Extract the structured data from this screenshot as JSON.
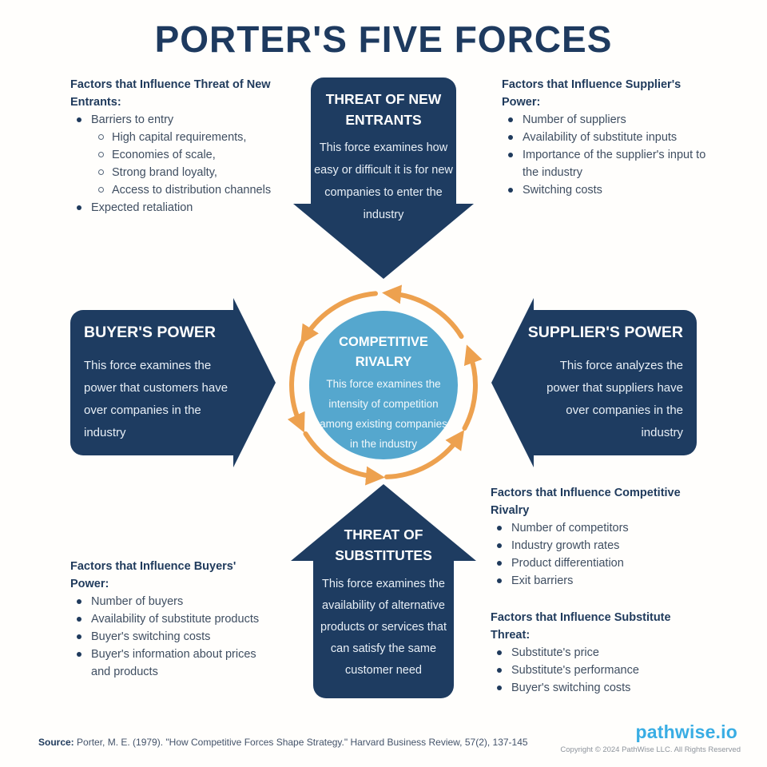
{
  "title": "PORTER'S FIVE FORCES",
  "center": {
    "title": "COMPETITIVE RIVALRY",
    "description": "This force examines the intensity of competition among existing companies in the industry"
  },
  "arrows": {
    "top": {
      "title": "THREAT OF NEW ENTRANTS",
      "description": "This force examines how easy or difficult it is for new companies to enter the industry"
    },
    "left": {
      "title": "BUYER'S POWER",
      "description": "This force examines the power that customers have over companies in the industry"
    },
    "right": {
      "title": "SUPPLIER'S POWER",
      "description": "This force analyzes the power that suppliers have over companies in the industry"
    },
    "bottom": {
      "title": "THREAT OF SUBSTITUTES",
      "description": "This force examines the availability of alternative products or services that can satisfy the same customer need"
    }
  },
  "factor_lists": {
    "new_entrants": {
      "heading": "Factors that Influence Threat of New Entrants:",
      "items": [
        {
          "text": "Barriers to entry",
          "sub": [
            "High capital requirements,",
            "Economies of scale,",
            "Strong brand loyalty,",
            "Access to distribution channels"
          ]
        },
        {
          "text": "Expected retaliation"
        }
      ]
    },
    "supplier_power": {
      "heading": "Factors that Influence Supplier's Power:",
      "items": [
        {
          "text": "Number of suppliers"
        },
        {
          "text": "Availability of substitute inputs"
        },
        {
          "text": "Importance of the supplier's input to the industry"
        },
        {
          "text": "Switching costs"
        }
      ]
    },
    "buyers_power": {
      "heading": "Factors that Influence Buyers' Power:",
      "items": [
        {
          "text": "Number of buyers"
        },
        {
          "text": "Availability of substitute products"
        },
        {
          "text": "Buyer's switching costs"
        },
        {
          "text": "Buyer's information about prices and products"
        }
      ]
    },
    "competitive_rivalry": {
      "heading": "Factors that Influence Competitive Rivalry",
      "items": [
        {
          "text": "Number of competitors"
        },
        {
          "text": "Industry growth rates"
        },
        {
          "text": "Product differentiation"
        },
        {
          "text": "Exit barriers"
        }
      ]
    },
    "substitute_threat": {
      "heading": "Factors that Influence Substitute Threat:",
      "items": [
        {
          "text": "Substitute's price"
        },
        {
          "text": "Substitute's performance"
        },
        {
          "text": "Buyer's switching costs"
        }
      ]
    }
  },
  "footer": {
    "source_label": "Source:",
    "source_text": " Porter, M. E. (1979). \"How Competitive Forces Shape Strategy.\" Harvard Business Review, 57(2), 137-145",
    "logo": "pathwise.io",
    "copyright": "Copyright © 2024 PathWise LLC. All Rights Reserved"
  },
  "colors": {
    "navy": "#1e3c61",
    "heading_navy": "#1f3a5c",
    "body_text": "#3f4e61",
    "light_blue": "#55a7ce",
    "orange": "#eda14f",
    "logo_blue": "#39ade4",
    "copyright_grey": "#8e949c"
  }
}
